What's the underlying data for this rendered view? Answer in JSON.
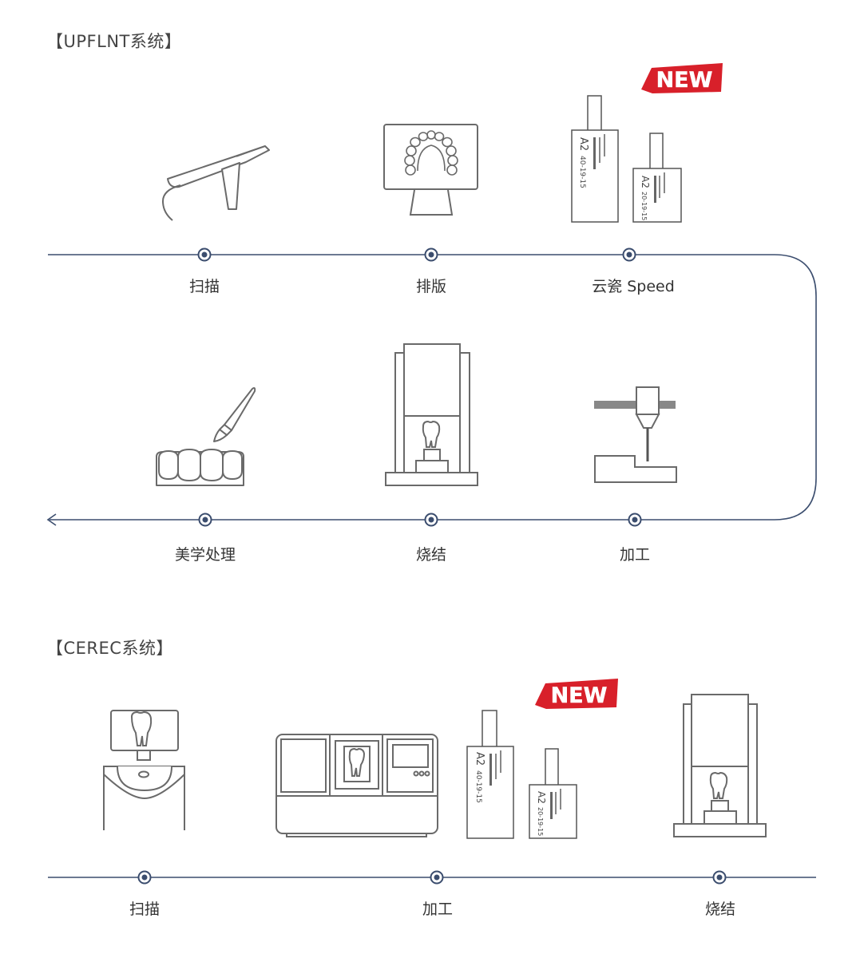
{
  "upflnt": {
    "title": "【UPFLNT系统】",
    "steps_top": [
      "扫描",
      "排版",
      "云瓷 Speed"
    ],
    "steps_bottom": [
      "美学处理",
      "烧结",
      "加工"
    ]
  },
  "cerec": {
    "title": "【CEREC系统】",
    "steps": [
      "扫描",
      "加工",
      "烧结"
    ]
  },
  "new_badge": "NEW",
  "block_large": {
    "shade": "A2",
    "code": "40-19-15"
  },
  "block_small": {
    "shade": "A2",
    "code": "20-19-15"
  },
  "colors": {
    "line": "#3b4d6e",
    "drawing": "#6a6a6a",
    "badge": "#d8202a"
  }
}
